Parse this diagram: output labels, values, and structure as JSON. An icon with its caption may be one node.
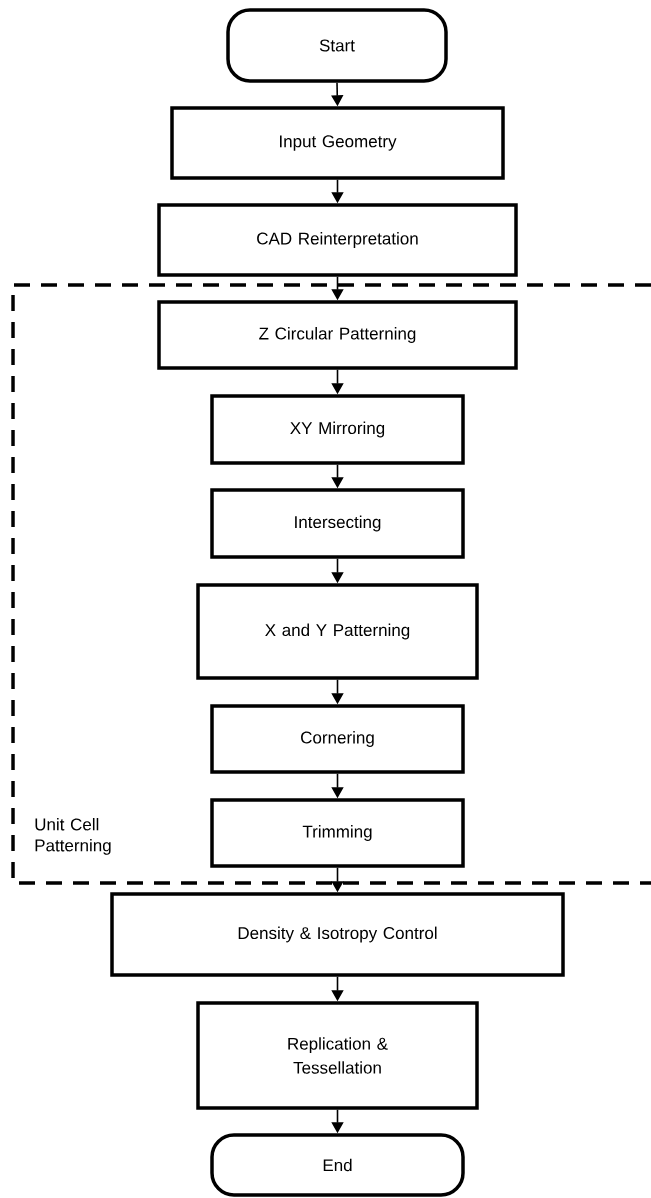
{
  "diagram": {
    "nodes": [
      {
        "text": [
          "Start"
        ]
      },
      {
        "text": [
          "Input Geometry"
        ]
      },
      {
        "text": [
          "CAD Reinterpretation"
        ]
      },
      {
        "text": [
          "Unit Cell Patterning"
        ]
      },
      {
        "text": [
          "Z Circular Patterning"
        ],
        "in": 3
      },
      {
        "text": [
          "XY Mirroring"
        ],
        "in": 3
      },
      {
        "text": [
          "Intersecting"
        ],
        "in": 3
      },
      {
        "text": [
          "X and Y Patterning"
        ],
        "in": 3
      },
      {
        "text": [
          "Cornering"
        ],
        "in": 3
      },
      {
        "text": [
          "Trimming"
        ],
        "in": 3
      },
      {
        "text": [
          "Density & Isotropy Control"
        ]
      },
      {
        "text": [
          "Replication & Tessellation"
        ]
      },
      {
        "text": [
          "End"
        ]
      }
    ],
    "edges": [
      {
        "from": 0,
        "to": 1,
        "arrow": "to"
      },
      {
        "from": 1,
        "to": 2,
        "arrow": "to"
      },
      {
        "from": 2,
        "to": 4,
        "arrow": "to"
      },
      {
        "from": 4,
        "to": 5,
        "arrow": "to"
      },
      {
        "from": 5,
        "to": 6,
        "arrow": "to"
      },
      {
        "from": 6,
        "to": 7,
        "arrow": "to"
      },
      {
        "from": 7,
        "to": 8,
        "arrow": "to"
      },
      {
        "from": 8,
        "to": 9,
        "arrow": "to"
      },
      {
        "from": 9,
        "to": 10,
        "arrow": "to"
      },
      {
        "from": 10,
        "to": 11,
        "arrow": "to"
      },
      {
        "from": 11,
        "to": 12,
        "arrow": "to"
      }
    ]
  }
}
